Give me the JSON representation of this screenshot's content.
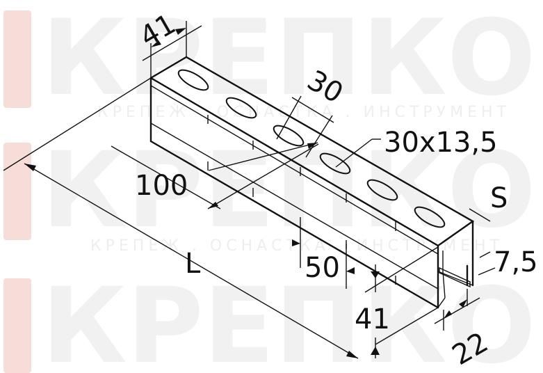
{
  "watermark": {
    "brand": "КРЕПКОМ",
    "tagline": "КРЕПЕЖ . ОСНАСТКА . ИНСТРУМЕНТ",
    "logo_color": "#f6ddd8",
    "text_color": "#f1f1f1"
  },
  "dimensions": {
    "flange_width_top": "41",
    "hole_pitch": "30",
    "slot_size": "30x13,5",
    "slot_spacing": "100",
    "thickness": "S",
    "lip": "7,5",
    "height": "50",
    "width_bottom": "41",
    "length": "L",
    "opening": "22"
  }
}
